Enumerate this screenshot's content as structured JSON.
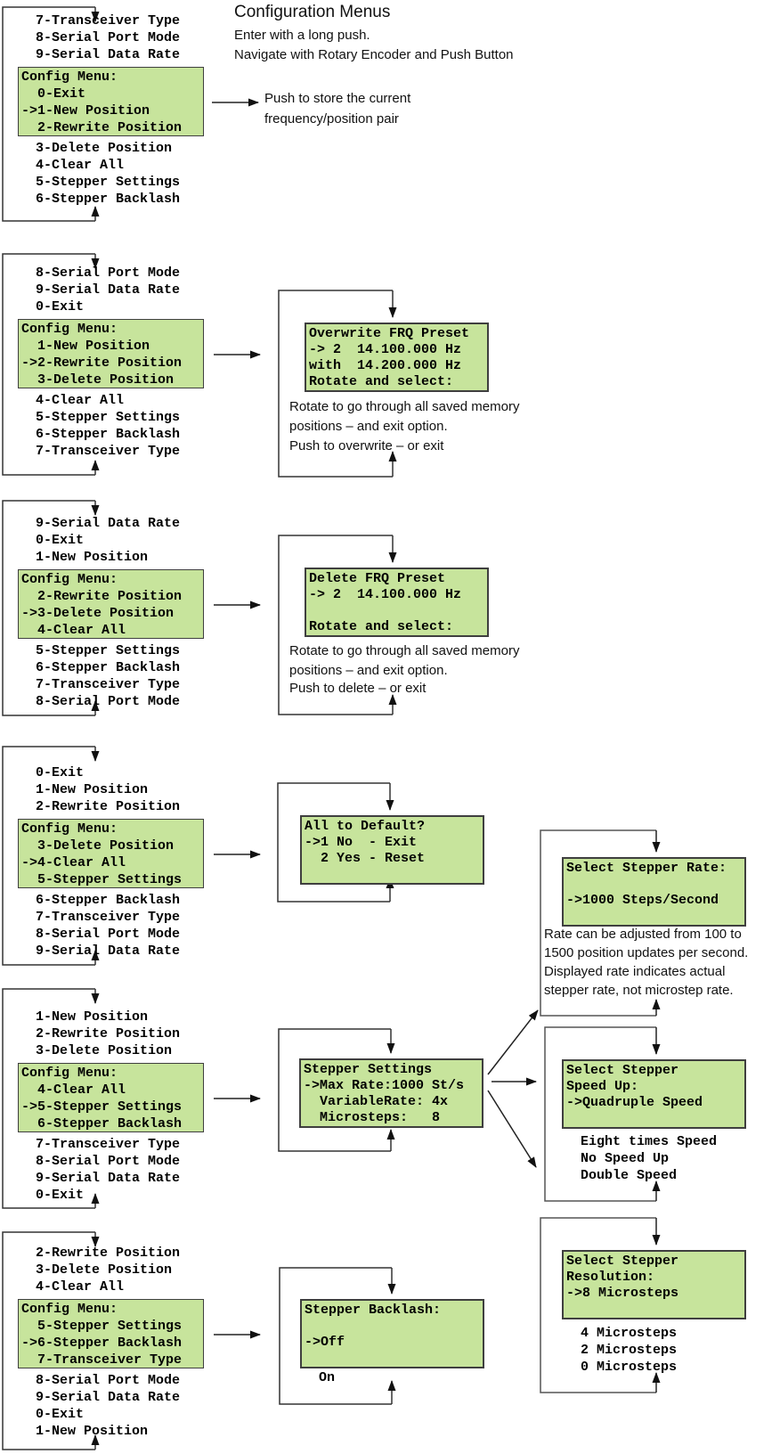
{
  "title_block": {
    "title": "Configuration Menus",
    "line1": "Enter with a long push.",
    "line2": "Navigate with Rotary Encoder and Push Button"
  },
  "store_note": [
    "Push to store the current",
    "frequency/position pair"
  ],
  "colors": {
    "lcd_green": "#c7e49c",
    "wire": "#333333"
  },
  "menu_blocks": [
    {
      "pre": [
        "  7-Transceiver Type",
        "  8-Serial Port Mode",
        "  9-Serial Data Rate"
      ],
      "box": [
        "Config Menu:",
        "  0-Exit",
        "->1-New Position",
        "  2-Rewrite Position"
      ],
      "post": [
        "  3-Delete Position",
        "  4-Clear All",
        "  5-Stepper Settings",
        "  6-Stepper Backlash"
      ]
    },
    {
      "pre": [
        "  8-Serial Port Mode",
        "  9-Serial Data Rate",
        "  0-Exit"
      ],
      "box": [
        "Config Menu:",
        "  1-New Position",
        "->2-Rewrite Position",
        "  3-Delete Position"
      ],
      "post": [
        "  4-Clear All",
        "  5-Stepper Settings",
        "  6-Stepper Backlash",
        "  7-Transceiver Type"
      ]
    },
    {
      "pre": [
        "  9-Serial Data Rate",
        "  0-Exit",
        "  1-New Position"
      ],
      "box": [
        "Config Menu:",
        "  2-Rewrite Position",
        "->3-Delete Position",
        "  4-Clear All"
      ],
      "post": [
        "  5-Stepper Settings",
        "  6-Stepper Backlash",
        "  7-Transceiver Type",
        "  8-Serial Port Mode"
      ]
    },
    {
      "pre": [
        "  0-Exit",
        "  1-New Position",
        "  2-Rewrite Position"
      ],
      "box": [
        "Config Menu:",
        "  3-Delete Position",
        "->4-Clear All",
        "  5-Stepper Settings"
      ],
      "post": [
        "  6-Stepper Backlash",
        "  7-Transceiver Type",
        "  8-Serial Port Mode",
        "  9-Serial Data Rate"
      ]
    },
    {
      "pre": [
        "  1-New Position",
        "  2-Rewrite Position",
        "  3-Delete Position"
      ],
      "box": [
        "Config Menu:",
        "  4-Clear All",
        "->5-Stepper Settings",
        "  6-Stepper Backlash"
      ],
      "post": [
        "  7-Transceiver Type",
        "  8-Serial Port Mode",
        "  9-Serial Data Rate",
        "  0-Exit"
      ]
    },
    {
      "pre": [
        "  2-Rewrite Position",
        "  3-Delete Position",
        "  4-Clear All"
      ],
      "box": [
        "Config Menu:",
        "  5-Stepper Settings",
        "->6-Stepper Backlash",
        "  7-Transceiver Type"
      ],
      "post": [
        "  8-Serial Port Mode",
        "  9-Serial Data Rate",
        "  0-Exit",
        "  1-New Position"
      ]
    }
  ],
  "lcd_panels": {
    "overwrite": {
      "lines": [
        "Overwrite FRQ Preset",
        "-> 2  14.100.000 Hz",
        "with  14.200.000 Hz",
        "Rotate and select:"
      ],
      "notes": [
        "Rotate to go through all saved memory",
        "positions – and exit option."
      ],
      "action": "Push to overwrite – or exit"
    },
    "delete": {
      "lines": [
        "Delete FRQ Preset",
        "-> 2  14.100.000 Hz",
        "",
        "Rotate and select:"
      ],
      "notes": [
        "Rotate to go through all saved memory",
        "positions – and exit option."
      ],
      "action": "Push to delete – or exit"
    },
    "all_default": {
      "lines": [
        "All to Default?",
        "->1 No  - Exit",
        "  2 Yes - Reset",
        ""
      ]
    },
    "stepper_settings": {
      "lines": [
        "Stepper Settings",
        "->Max Rate:1000 St/s",
        "  VariableRate: 4x",
        "  Microsteps:   8"
      ]
    },
    "backlash": {
      "lines": [
        "Stepper Backlash:",
        "",
        "->Off",
        ""
      ],
      "other_option": "On"
    },
    "rate": {
      "lines": [
        "Select Stepper Rate:",
        "",
        "->1000 Steps/Second",
        ""
      ],
      "notes": [
        "Rate can be adjusted from 100 to",
        "1500 position updates per second.",
        "Displayed rate indicates actual",
        "stepper rate, not microstep rate."
      ]
    },
    "speed_up": {
      "lines": [
        "Select Stepper",
        "Speed Up:",
        "->Quadruple Speed",
        ""
      ],
      "options": [
        "Eight times Speed",
        "No Speed Up",
        "Double Speed"
      ]
    },
    "resolution": {
      "lines": [
        "Select Stepper",
        "Resolution:",
        "->8 Microsteps",
        ""
      ],
      "options": [
        "4 Microsteps",
        "2 Microsteps",
        "0 Microsteps"
      ]
    }
  }
}
